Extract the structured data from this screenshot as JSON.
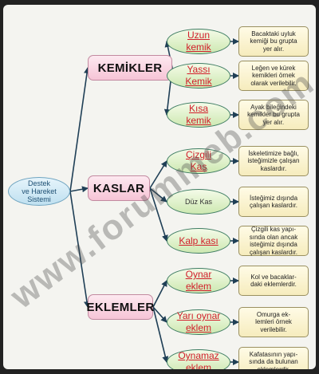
{
  "root": {
    "label": "Destek\nve Hareket\nSistemi"
  },
  "categories": [
    {
      "label": "KEMİKLER",
      "children": [
        {
          "label": "Uzun\nkemik",
          "desc": "Bacaktaki uyluk\nkemiği bu grupta\nyer alır."
        },
        {
          "label": "Yassı\nKemik",
          "desc": "Leğen ve kürek\nkemikleri örnek\nolarak verilebilir."
        },
        {
          "label": "Kısa\nkemik",
          "desc": "Ayak bileğindeki\nkemikler bu grupta\nyer alır."
        }
      ]
    },
    {
      "label": "KASLAR",
      "children": [
        {
          "label": "Çizgili\nKas",
          "desc": "İskeletimize bağlı,\nisteğimizle çalışan\nkaslardır."
        },
        {
          "label": "Düz Kas",
          "desc": "İsteğimiz dışında\nçalışan kaslardır.",
          "plain": true
        },
        {
          "label": "Kalp kası",
          "desc": "Çizgili kas yapı-\nsında olan ancak\nisteğimiz dışında\nçalışan kaslardır."
        }
      ]
    },
    {
      "label": "EKLEMLER",
      "children": [
        {
          "label": "Oynar\neklem",
          "desc": "Kol ve bacaklar-\ndaki eklemlerdir."
        },
        {
          "label": "Yarı oynar\neklem",
          "desc": "Omurga ek-\nlemleri örnek\nverilebilir."
        },
        {
          "label": "Oynamaz\neklem",
          "desc": "Kafatasının yapı-\nsında da bulunan\neklemlerdir."
        }
      ]
    }
  ],
  "watermark": "www.forummeb.com",
  "colors": {
    "frame": "#222222",
    "panel": "#f4f4f0",
    "arrow": "#1f3f56",
    "sub_text": "#d21f2b"
  }
}
